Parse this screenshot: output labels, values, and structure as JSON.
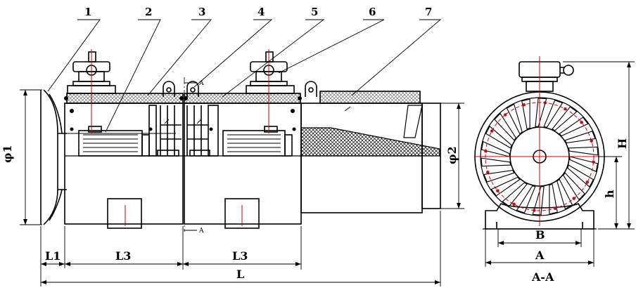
{
  "callouts": [
    "1",
    "2",
    "3",
    "4",
    "5",
    "6",
    "7"
  ],
  "dimensions": {
    "phi1": "φ1",
    "phi2": "φ2",
    "L1": "L1",
    "L3_left": "L3",
    "L3_right": "L3",
    "L": "L",
    "B": "B",
    "A": "A",
    "h": "h",
    "H": "H"
  },
  "section_marks": {
    "top": "A",
    "bottom": "A"
  },
  "section_title": "A-A",
  "colors": {
    "ink": "#000000",
    "centerline": "#d00000",
    "hatch": "#000000"
  }
}
